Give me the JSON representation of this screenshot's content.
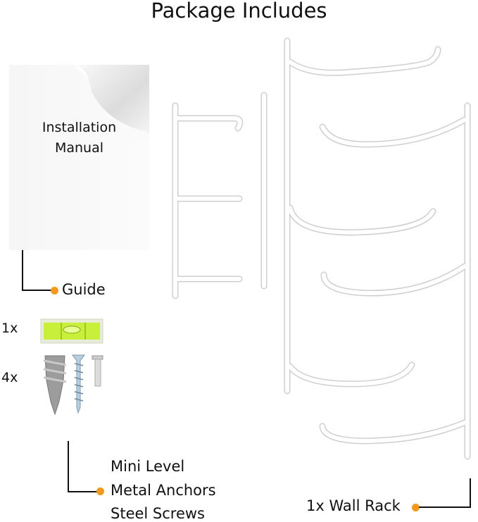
{
  "title": "Package Includes",
  "manual": {
    "line1": "Installation",
    "line2": "Manual"
  },
  "guide_label": "Guide",
  "quantities": {
    "level": "1x",
    "hardware": "4x"
  },
  "hardware_labels": [
    "Mini Level",
    "Metal Anchors",
    "Steel Screws"
  ],
  "wall_rack_label": "1x Wall Rack",
  "colors": {
    "accent": "#f39a1e",
    "level": "#c8f03a"
  }
}
